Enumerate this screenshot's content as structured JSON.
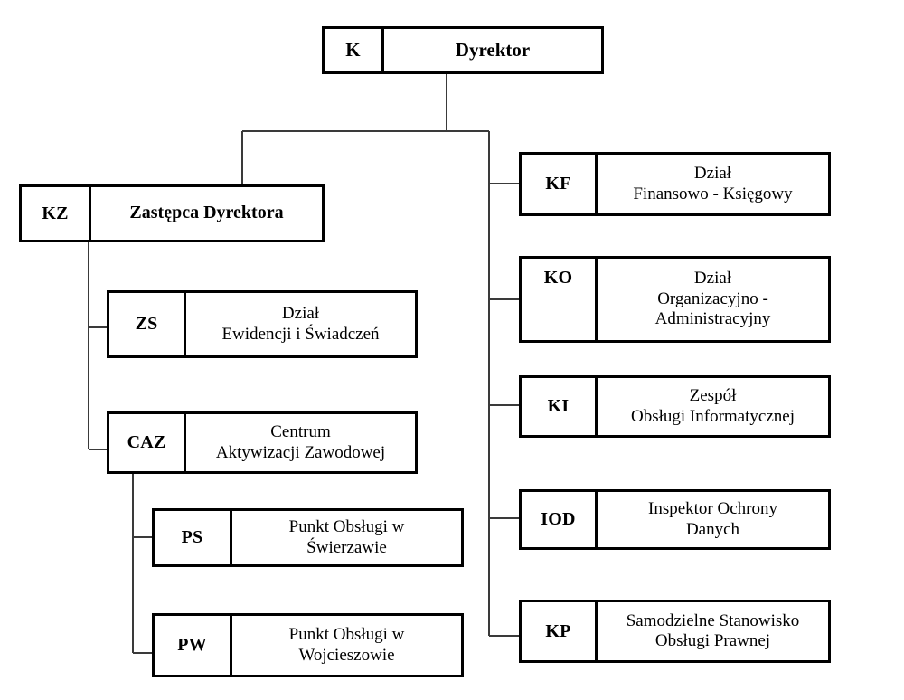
{
  "diagram": {
    "type": "organizational-chart",
    "language": "pl",
    "colors": {
      "box_border": "#000000",
      "box_fill": "#ffffff",
      "connector": "#3a3a3a",
      "text": "#000000",
      "background": "#ffffff"
    }
  },
  "nodes": {
    "root": {
      "code": "K",
      "title": "Dyrektor",
      "lines": [
        "Dyrektor"
      ]
    },
    "deputy": {
      "code": "KZ",
      "title": "Zastępca Dyrektora",
      "lines": [
        "Zastępca Dyrektora"
      ]
    },
    "left_branch": [
      {
        "code": "ZS",
        "title": "Dział Ewidencji i Świadczeń",
        "lines": [
          "Dział",
          "Ewidencji i Świadczeń"
        ]
      },
      {
        "code": "CAZ",
        "title": "Centrum Aktywizacji Zawodowej",
        "lines": [
          "Centrum",
          "Aktywizacji Zawodowej"
        ]
      }
    ],
    "caz_children": [
      {
        "code": "PS",
        "title": "Punkt Obsługi w Świerzawie",
        "lines": [
          "Punkt Obsługi w",
          "Świerzawie"
        ]
      },
      {
        "code": "PW",
        "title": "Punkt Obsługi w Wojcieszowie",
        "lines": [
          "Punkt Obsługi w",
          "Wojcieszowie"
        ]
      }
    ],
    "right_branch": [
      {
        "code": "KF",
        "title": "Dział Finansowo - Księgowy",
        "lines": [
          "Dział",
          "Finansowo - Księgowy"
        ]
      },
      {
        "code": "KO",
        "title": "Dział Organizacyjno - Administracyjny",
        "lines": [
          "Dział",
          "Organizacyjno -",
          "Administracyjny"
        ]
      },
      {
        "code": "KI",
        "title": "Zespół Obsługi Informatycznej",
        "lines": [
          "Zespół",
          "Obsługi Informatycznej"
        ]
      },
      {
        "code": "IOD",
        "title": "Inspektor Ochrony Danych",
        "lines": [
          "Inspektor Ochrony",
          "Danych"
        ]
      },
      {
        "code": "KP",
        "title": "Samodzielne Stanowisko Obsługi Prawnej",
        "lines": [
          "Samodzielne Stanowisko",
          "Obsługi Prawnej"
        ]
      }
    ]
  }
}
